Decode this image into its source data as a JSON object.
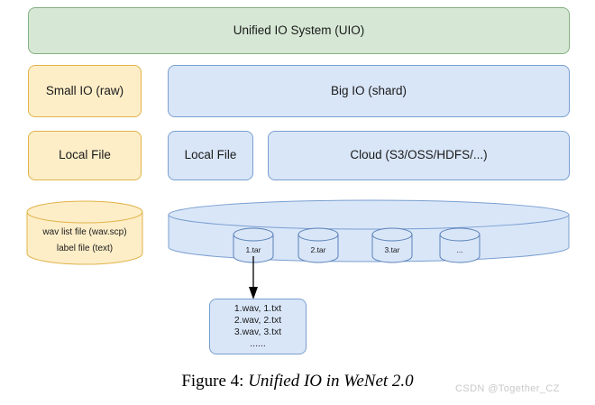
{
  "figure": {
    "caption_prefix": "Figure 4:",
    "caption_title": "Unified IO in WeNet 2.0",
    "watermark": "CSDN @Together_CZ"
  },
  "colors": {
    "green_fill": "#d6e8d5",
    "green_stroke": "#84b081",
    "blue_fill": "#d9e6f8",
    "blue_stroke": "#7a9fd0",
    "yellow_fill": "#fdeec8",
    "yellow_stroke": "#e0b349",
    "arrow": "#000000",
    "text": "#1a1a1a"
  },
  "diagram": {
    "top_layer": {
      "label": "Unified IO System (UIO)"
    },
    "io_layer": {
      "small_io": "Small IO (raw)",
      "big_io": "Big IO (shard)"
    },
    "storage_layer": {
      "local_file_raw": "Local File",
      "local_file_shard": "Local File",
      "cloud": "Cloud (S3/OSS/HDFS/...)"
    },
    "raw_store": {
      "line1": "wav list file (wav.scp)",
      "line2": "label file (text)"
    },
    "shard_store": {
      "tars": [
        "1.tar",
        "2.tar",
        "3.tar",
        "..."
      ]
    },
    "shard_contents": {
      "lines": [
        "1.wav, 1.txt",
        "2.wav, 2.txt",
        "3.wav, 3.txt",
        "......"
      ]
    }
  }
}
